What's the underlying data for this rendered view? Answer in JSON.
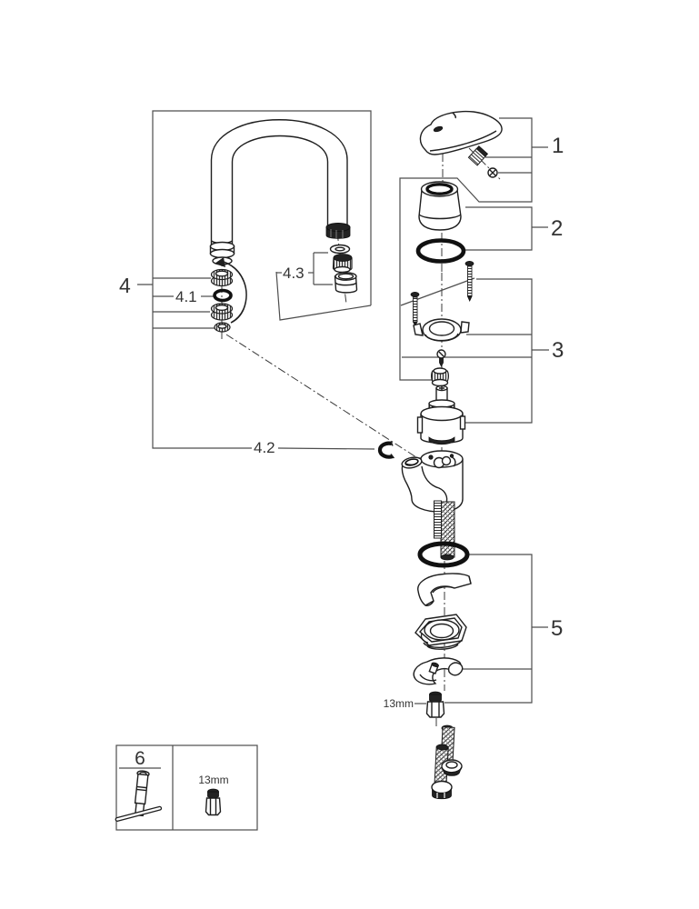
{
  "labels": {
    "part_1": "1",
    "part_2": "2",
    "part_3": "3",
    "part_4": "4",
    "part_4_1": "4.1",
    "part_4_2": "4.2",
    "part_4_3": "4.3",
    "part_5": "5",
    "part_6": "6",
    "nut_size": "13mm",
    "tool_size": "13mm"
  }
}
